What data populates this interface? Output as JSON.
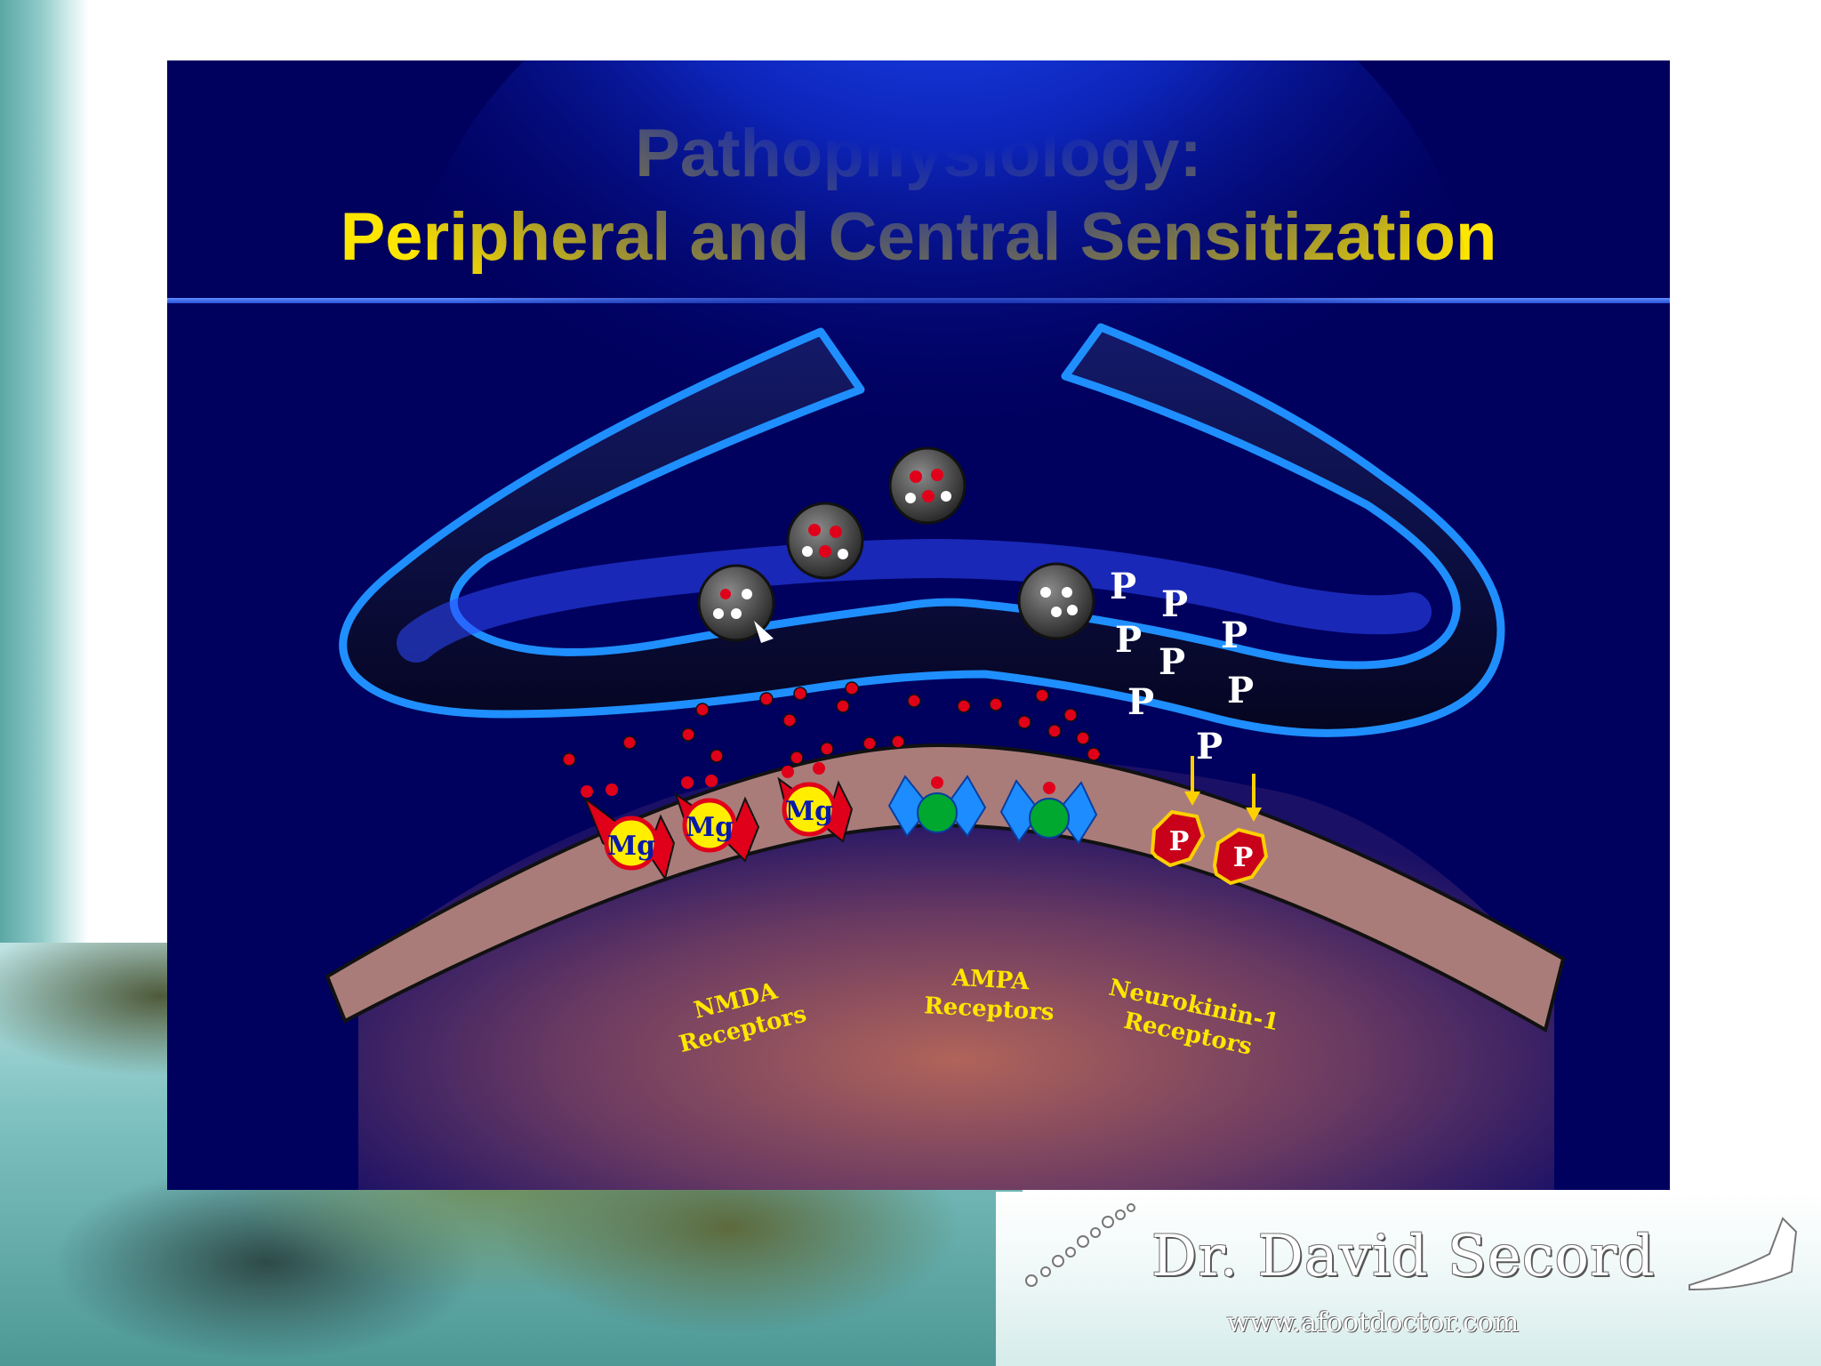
{
  "slide": {
    "title_line1": "Pathophysiology:",
    "title_line2": "Peripheral and Central Sensitization"
  },
  "diagram": {
    "receptors": {
      "nmda": {
        "line1": "NMDA",
        "line2": "Receptors",
        "ion_label": "Mg"
      },
      "ampa": {
        "line1": "AMPA",
        "line2": "Receptors"
      },
      "nk1": {
        "line1": "Neurokinin-1",
        "line2": "Receptors",
        "ligand_label": "P"
      }
    },
    "substance_p_label": "P",
    "colors": {
      "slide_bg": "#00005e",
      "title": "#ffe600",
      "terminal_outline": "#1f8fff",
      "membrane": "#a97c7a",
      "glutamate": "#e0001a",
      "nmda_ion": "#ffee00",
      "ampa_receptor": "#1d8cff",
      "ampa_core": "#00a830"
    }
  },
  "footer": {
    "name": "Dr. David Secord",
    "url": "www.afootdoctor.com"
  }
}
